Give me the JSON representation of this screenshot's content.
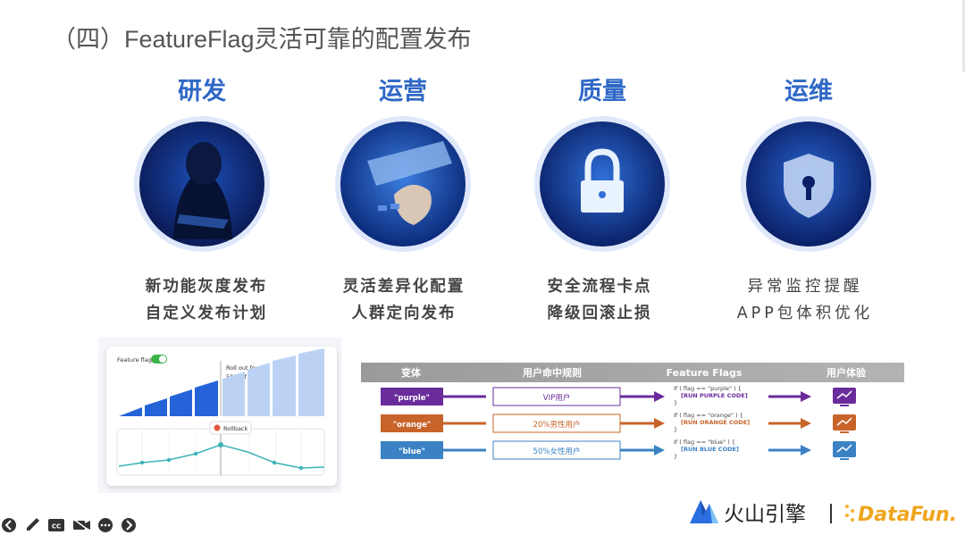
{
  "title": "（四）FeatureFlag灵活可靠的配置发布",
  "columns": [
    {
      "heading": "研发",
      "lines": [
        "新功能灰度发布",
        "自定义发布计划"
      ]
    },
    {
      "heading": "运营",
      "lines": [
        "灵活差异化配置",
        "人群定向发布"
      ]
    },
    {
      "heading": "质量",
      "lines": [
        "安全流程卡点",
        "降级回滚止损"
      ]
    },
    {
      "heading": "运维",
      "lines": [
        "异常监控提醒",
        "APP包体积优化"
      ]
    }
  ],
  "rollout_card": {
    "toggle_label": "Feature flag",
    "rollout_line1": "Roll out for",
    "rollout_line2": "50% of users",
    "rollback_label": "Rollback"
  },
  "flag_table": {
    "headers": [
      "变体",
      "用户命中规则",
      "Feature Flags",
      "用户体验"
    ],
    "rows": [
      {
        "variant": "\"purple\"",
        "rule": "VIP用户",
        "code1": "If ( flag ==  \"purple\" ) {",
        "code2": "[RUN PURPLE CODE]",
        "color": "#6a2c9b"
      },
      {
        "variant": "\"orange\"",
        "rule": "20%男性用户",
        "code1": "If ( flag ==  \"orange\" ) {",
        "code2": "[RUN ORANGE CODE]",
        "color": "#c8642a"
      },
      {
        "variant": "\"blue\"",
        "rule": "50%女性用户",
        "code1": "If ( flag ==  \"blue\" ) {",
        "code2": "[RUN BLUE CODE]",
        "color": "#3b82c4"
      }
    ],
    "code_close": "}"
  },
  "logos": {
    "volcano": "火山引擎",
    "datafun": "DataFun."
  },
  "colors": {
    "heading_blue": "#2f68c6",
    "flag_blue": "#2563d9"
  }
}
